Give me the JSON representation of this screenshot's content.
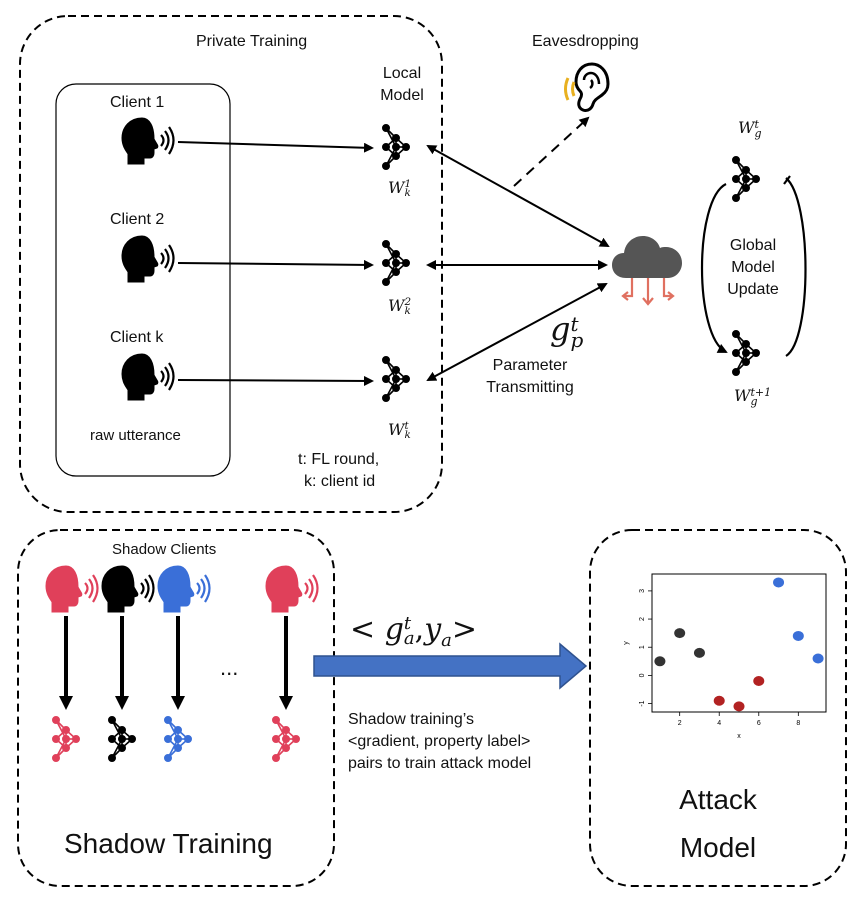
{
  "private_training": {
    "title": "Private Training",
    "local_model_line1": "Local",
    "local_model_line2": "Model",
    "clients": [
      "Client 1",
      "Client 2",
      "Client k"
    ],
    "raw_utterance": "raw utterance",
    "local_weights": [
      {
        "base": "W",
        "sup": "1",
        "sub": "k"
      },
      {
        "base": "W",
        "sup": "2",
        "sub": "k"
      },
      {
        "base": "W",
        "sup": "t",
        "sub": "k"
      }
    ],
    "legend_line1": "t: FL round,",
    "legend_line2": "k: client id"
  },
  "eavesdropping": "Eavesdropping",
  "transmission": {
    "gp_base": "g",
    "gp_sup": "t",
    "gp_sub": "p",
    "label_line1": "Parameter",
    "label_line2": "Transmitting"
  },
  "global_update": {
    "line1": "Global",
    "line2": "Model",
    "line3": "Update",
    "w_top": {
      "base": "W",
      "sup": "t",
      "sub": "g"
    },
    "w_bottom": {
      "base": "W",
      "sup": "t+1",
      "sub": "g"
    }
  },
  "shadow": {
    "clients_label": "Shadow Clients",
    "ellipsis": "...",
    "title": "Shadow Training",
    "pair_open": "<",
    "pair_close": ">",
    "pair_g": "g",
    "pair_g_sup": "t",
    "pair_g_sub": "a",
    "pair_sep": ",",
    "pair_y": "y",
    "pair_y_sub": "a",
    "desc_line1": "Shadow training’s",
    "desc_line2": "<gradient, property label>",
    "desc_line3": "pairs to train attack model",
    "client_colors": [
      "#e0405a",
      "#000000",
      "#3a6fd8",
      "#e0405a"
    ]
  },
  "attack": {
    "title_line1": "Attack",
    "title_line2": "Model",
    "plot": {
      "x_ticks": [
        "2",
        "4",
        "6",
        "8"
      ],
      "y_ticks": [
        "-1",
        "0",
        "1",
        "2",
        "3"
      ],
      "xlabel": "x",
      "ylabel": "y"
    }
  },
  "chart_data": {
    "type": "scatter",
    "title": "",
    "xlabel": "x",
    "ylabel": "y",
    "xlim": [
      0.6,
      9.4
    ],
    "ylim": [
      -1.3,
      3.6
    ],
    "series": [
      {
        "color": "#333333",
        "x": [
          1,
          2,
          3
        ],
        "y": [
          0.5,
          1.5,
          0.8
        ]
      },
      {
        "color": "#b22222",
        "x": [
          4,
          5,
          6
        ],
        "y": [
          -0.9,
          -1.1,
          -0.2
        ]
      },
      {
        "color": "#3a6fd8",
        "x": [
          7,
          8,
          9
        ],
        "y": [
          3.3,
          1.4,
          0.6
        ]
      }
    ]
  },
  "colors": {
    "shadow_arrow": "#4472c4",
    "cloud": "#555555",
    "cloud_arrows": "#e07060",
    "ear_waves": "#e8b020"
  }
}
